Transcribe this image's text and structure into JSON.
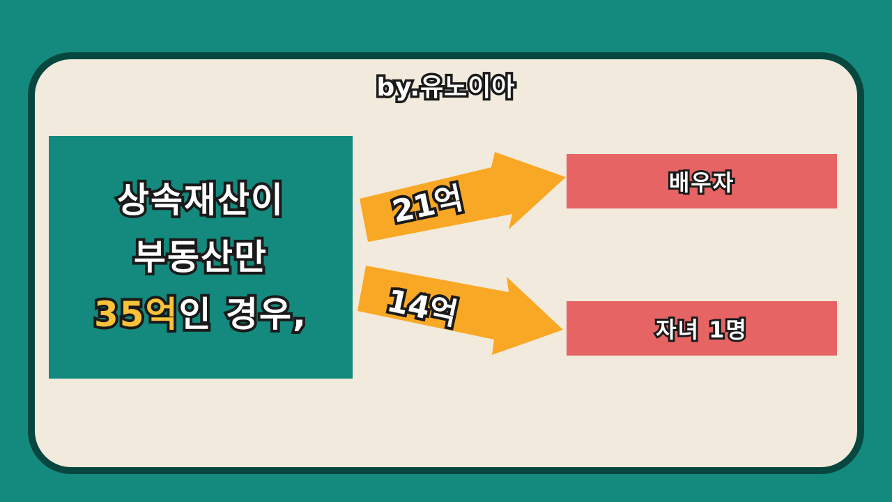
{
  "credit": "by.유노이아",
  "source": {
    "line1": "상속재산이",
    "line2": "부동산만",
    "line3_highlight": "35억",
    "line3_rest": "인 경우,"
  },
  "arrows": [
    {
      "label": "21억",
      "color": "#f9a825"
    },
    {
      "label": "14억",
      "color": "#f9a825"
    }
  ],
  "targets": [
    {
      "label": "배우자"
    },
    {
      "label": "자녀 1명"
    }
  ],
  "colors": {
    "background": "#138a7d",
    "card": "#f2eadc",
    "card_border": "#08473f",
    "target_box": "#e66464",
    "highlight": "#f9c33a"
  }
}
